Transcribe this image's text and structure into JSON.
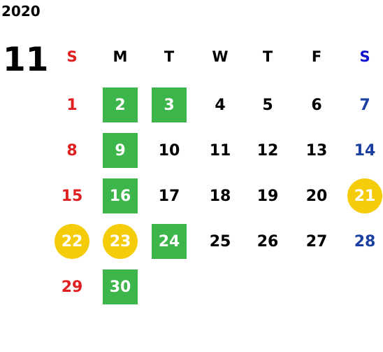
{
  "year": "2020",
  "month": "11",
  "colors": {
    "sunday": "#e02020",
    "saturday": "#1a3fa0",
    "saturday_header": "#1010d0",
    "weekday": "#000000",
    "green_highlight": "#3cb54a",
    "yellow_highlight": "#f5cc0a",
    "highlight_text": "#ffffff"
  },
  "weekday_headers": [
    "S",
    "M",
    "T",
    "W",
    "T",
    "F",
    "S"
  ],
  "days": [
    {
      "day": "1",
      "highlight": "none"
    },
    {
      "day": "2",
      "highlight": "green"
    },
    {
      "day": "3",
      "highlight": "green"
    },
    {
      "day": "4",
      "highlight": "none"
    },
    {
      "day": "5",
      "highlight": "none"
    },
    {
      "day": "6",
      "highlight": "none"
    },
    {
      "day": "7",
      "highlight": "none"
    },
    {
      "day": "8",
      "highlight": "none"
    },
    {
      "day": "9",
      "highlight": "green"
    },
    {
      "day": "10",
      "highlight": "none"
    },
    {
      "day": "11",
      "highlight": "none"
    },
    {
      "day": "12",
      "highlight": "none"
    },
    {
      "day": "13",
      "highlight": "none"
    },
    {
      "day": "14",
      "highlight": "none"
    },
    {
      "day": "15",
      "highlight": "none"
    },
    {
      "day": "16",
      "highlight": "green"
    },
    {
      "day": "17",
      "highlight": "none"
    },
    {
      "day": "18",
      "highlight": "none"
    },
    {
      "day": "19",
      "highlight": "none"
    },
    {
      "day": "20",
      "highlight": "none"
    },
    {
      "day": "21",
      "highlight": "yellow"
    },
    {
      "day": "22",
      "highlight": "yellow"
    },
    {
      "day": "23",
      "highlight": "yellow"
    },
    {
      "day": "24",
      "highlight": "green"
    },
    {
      "day": "25",
      "highlight": "none"
    },
    {
      "day": "26",
      "highlight": "none"
    },
    {
      "day": "27",
      "highlight": "none"
    },
    {
      "day": "28",
      "highlight": "none"
    },
    {
      "day": "29",
      "highlight": "none"
    },
    {
      "day": "30",
      "highlight": "green"
    }
  ]
}
